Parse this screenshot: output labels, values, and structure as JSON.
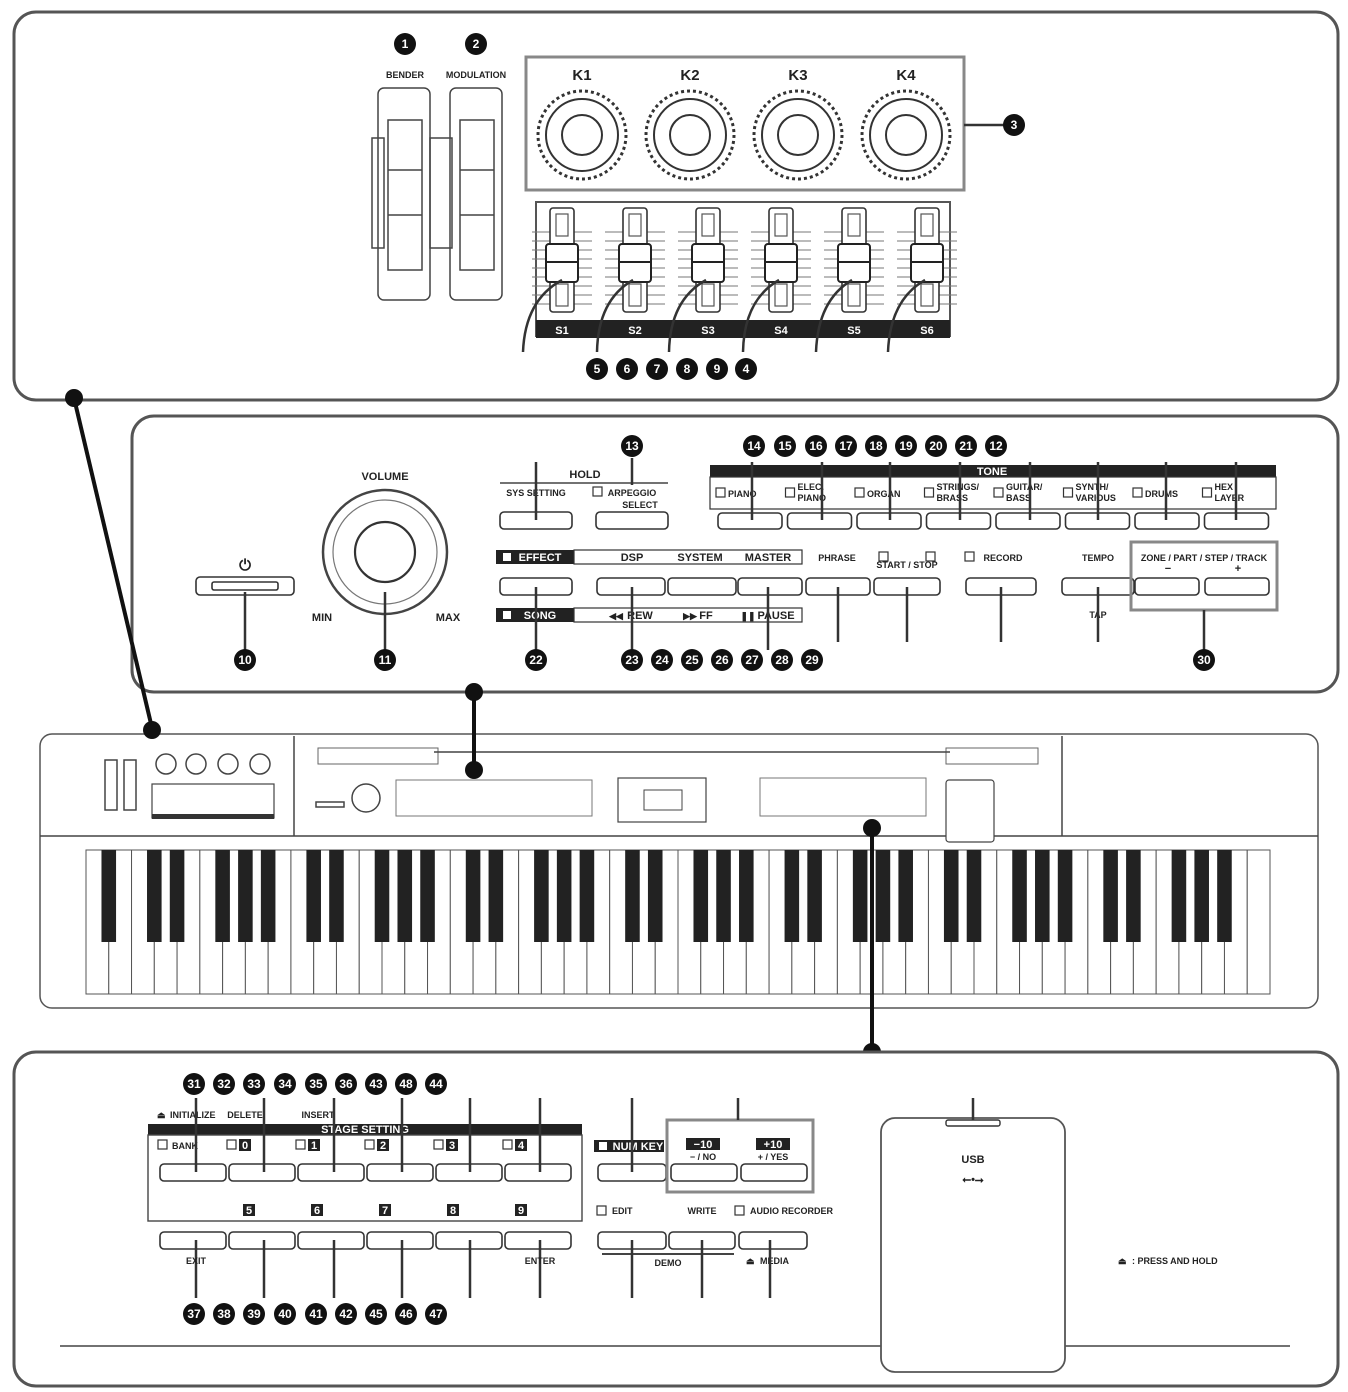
{
  "top_panel": {
    "bender_label": "BENDER",
    "modulation_label": "MODULATION",
    "knobs": [
      "K1",
      "K2",
      "K3",
      "K4"
    ],
    "sliders": [
      "S1",
      "S2",
      "S3",
      "S4",
      "S5",
      "S6"
    ],
    "callouts": [
      "1",
      "2",
      "3",
      "5",
      "6",
      "7",
      "8",
      "9",
      "4"
    ]
  },
  "middle_panel": {
    "volume_label": "VOLUME",
    "min_label": "MIN",
    "max_label": "MAX",
    "power_symbol": "⏻",
    "hold_label": "HOLD",
    "sys_setting": "SYS SETTING",
    "arpeggio": "ARPEGGIO",
    "select": "SELECT",
    "tone_label": "TONE",
    "tones": [
      "PIANO",
      "ELEC. PIANO",
      "ORGAN",
      "STRINGS/ BRASS",
      "GUITAR/ BASS",
      "SYNTH/ VARIOUS",
      "DRUMS",
      "HEX LAYER"
    ],
    "effect": "EFFECT",
    "dsp": "DSP",
    "system": "SYSTEM",
    "master": "MASTER",
    "phrase": "PHRASE",
    "start_stop": "START / STOP",
    "record": "RECORD",
    "tempo": "TEMPO",
    "tap": "TAP",
    "zone_part": "ZONE / PART / STEP / TRACK",
    "minus": "−",
    "plus": "+",
    "song": "SONG",
    "rew": "REW",
    "ff": "FF",
    "pause": "PAUSE",
    "callouts_top": [
      "13",
      "14",
      "15",
      "16",
      "17",
      "18",
      "19",
      "20",
      "21",
      "12"
    ],
    "callouts_bottom": [
      "10",
      "11",
      "22",
      "23",
      "24",
      "25",
      "26",
      "27",
      "28",
      "29",
      "30"
    ]
  },
  "bottom_panel": {
    "initialize": "INITIALIZE",
    "delete": "DELETE",
    "insert": "INSERT",
    "stage_setting": "STAGE SETTING",
    "bank": "BANK",
    "digits_top": [
      "0",
      "1",
      "2",
      "3",
      "4"
    ],
    "digits_bottom": [
      "5",
      "6",
      "7",
      "8",
      "9"
    ],
    "exit": "EXIT",
    "enter": "ENTER",
    "num_key": "NUM KEY",
    "minus10": "−10",
    "no": "− / NO",
    "plus10": "+10",
    "yes": "+ / YES",
    "edit": "EDIT",
    "write": "WRITE",
    "audio_recorder": "AUDIO RECORDER",
    "demo": "DEMO",
    "media": "MEDIA",
    "usb": "USB",
    "press_hold": ": PRESS AND HOLD",
    "callouts_top": [
      "31",
      "32",
      "33",
      "34",
      "35",
      "36",
      "43",
      "48",
      "44"
    ],
    "callouts_bottom": [
      "37",
      "38",
      "39",
      "40",
      "41",
      "42",
      "45",
      "46",
      "47"
    ]
  }
}
